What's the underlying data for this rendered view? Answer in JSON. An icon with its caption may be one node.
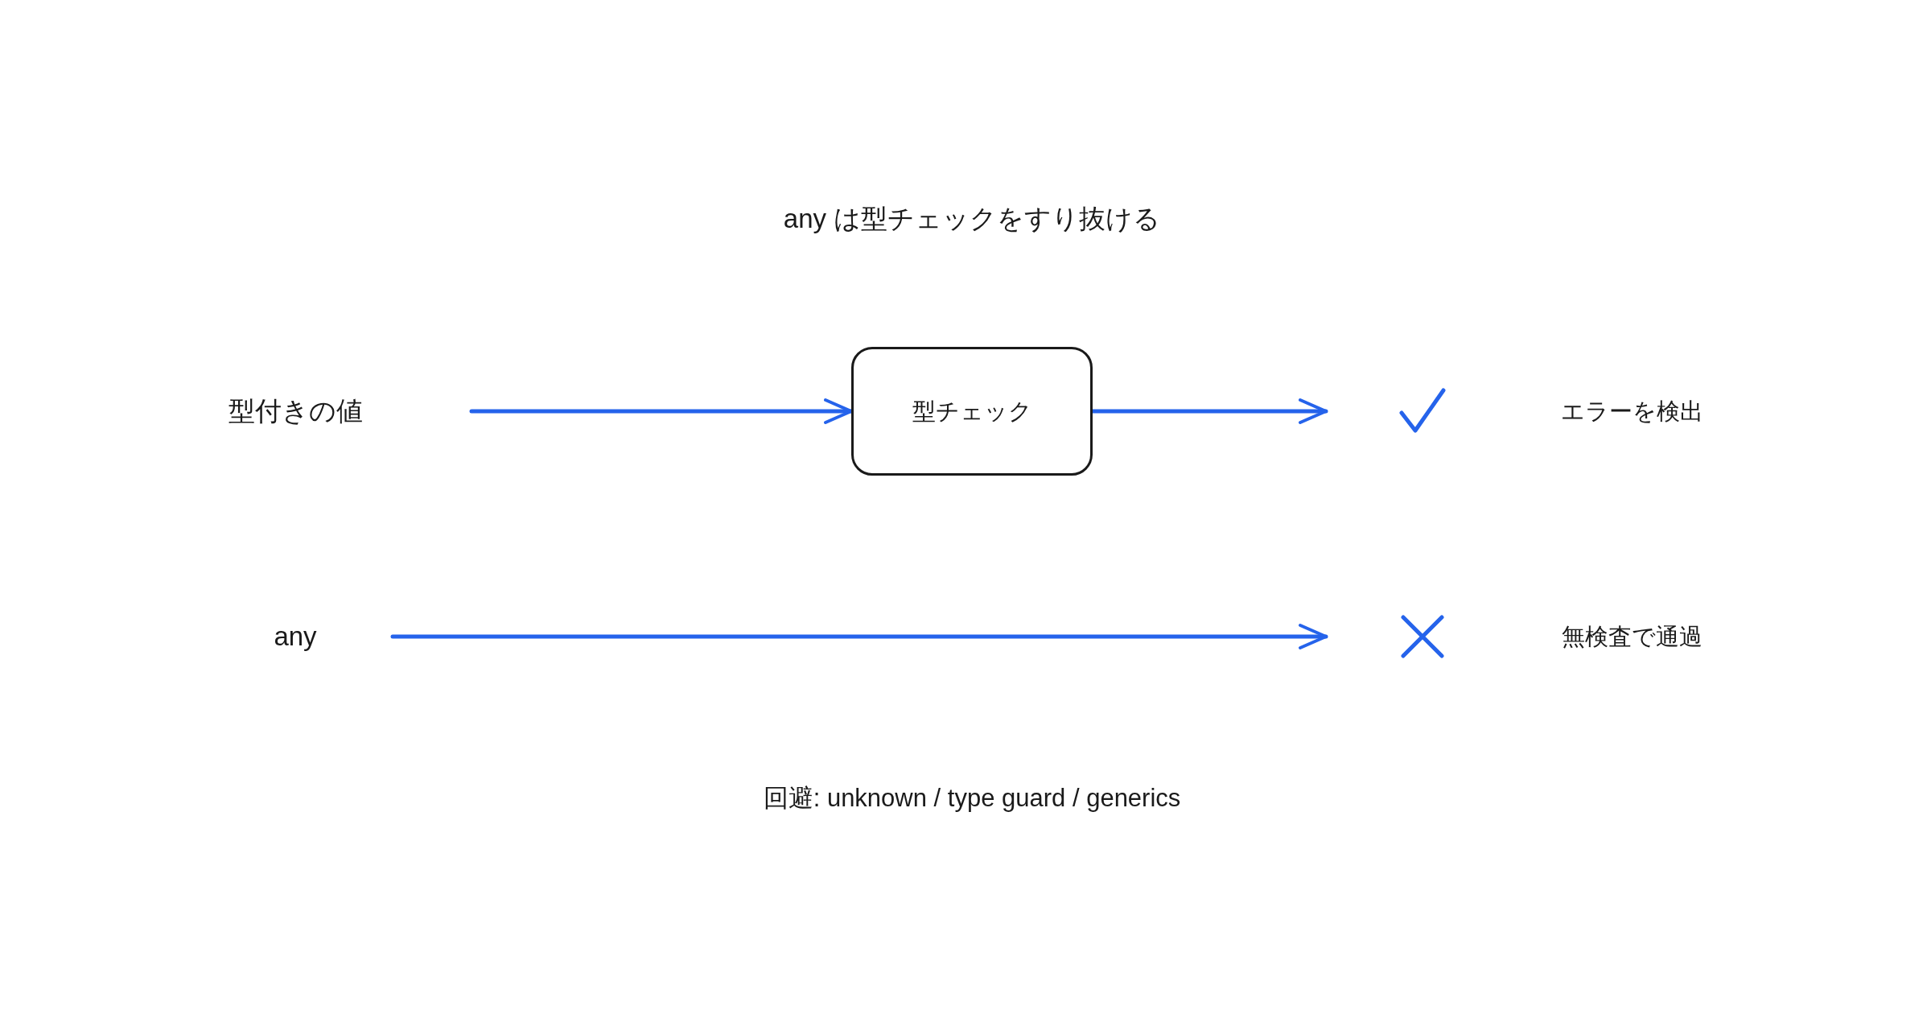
{
  "diagram": {
    "title": "any は型チェックをすり抜ける",
    "nodes": [
      {
        "text": [
          "型付きの値"
        ]
      },
      {
        "text": [
          "型チェック"
        ]
      },
      {
        "text": [],
        "shape": "checkmark"
      },
      {
        "text": [
          "any"
        ]
      },
      {
        "text": [],
        "shape": "cross"
      }
    ],
    "labels": [
      "エラーを検出",
      "無検査で通過"
    ],
    "edges": [
      {
        "from": 0,
        "to": 1,
        "arrow": "to"
      },
      {
        "from": 1,
        "to": 2,
        "arrow": "to"
      },
      {
        "from": 3,
        "to": 4,
        "arrow": "to"
      }
    ],
    "caption": "回避: unknown / type guard / generics"
  }
}
